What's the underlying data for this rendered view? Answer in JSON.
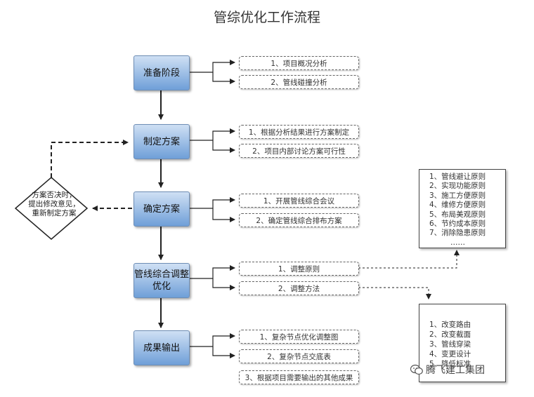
{
  "title": "管综优化工作流程",
  "stages": [
    {
      "label": "准备阶段"
    },
    {
      "label": "制定方案"
    },
    {
      "label": "确定方案"
    },
    {
      "label": "管线综合调整优化"
    },
    {
      "label": "成果输出"
    }
  ],
  "steps": [
    "1、项目概况分析",
    "2、管线碰撞分析",
    "1、根据分析结果进行方案制定",
    "2、项目内部讨论方案可行性",
    "1、开展管线综合会议",
    "2、确定管线综合排布方案",
    "1、调整原则",
    "2、调整方法",
    "1、复杂节点优化调整图",
    "2、复杂节点交底表",
    "3、根据项目需要输出的其他成果"
  ],
  "decision": [
    "方案否决时，",
    "提出修改意见，",
    "重新制定方案"
  ],
  "principles": [
    "1、管线避让原则",
    "2、实现功能原则",
    "3、施工方便原则",
    "4、维修方便原则",
    "5、布局美观原则",
    "6、节约成本原则",
    "7、消除隐患原则",
    "……"
  ],
  "methods": [
    "1、改变路由",
    "2、改变截面",
    "3、管线穿梁",
    "4、变更设计",
    "5、降低标准"
  ],
  "watermark": "腾飞建工集团"
}
